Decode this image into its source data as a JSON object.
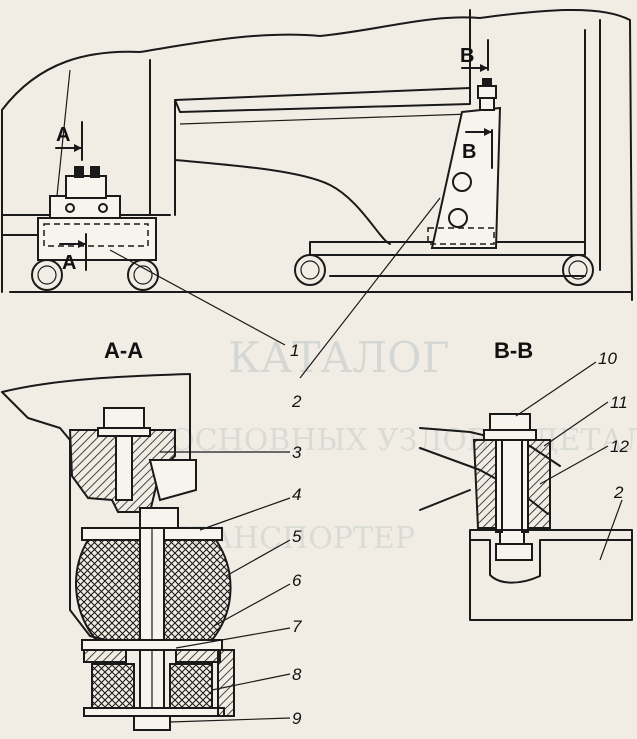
{
  "section_labels": {
    "aa": "A-A",
    "bb": "B-B"
  },
  "view_arrows": {
    "a_top": "A",
    "a_bottom": "A",
    "b_top": "B",
    "b_lower": "B"
  },
  "callouts": {
    "c1": "1",
    "c2": "2",
    "c3": "3",
    "c4": "4",
    "c5": "5",
    "c6": "6",
    "c7": "7",
    "c8": "8",
    "c9": "9",
    "c10": "10",
    "c11": "11",
    "c12": "12",
    "c2b": "2"
  },
  "watermark": {
    "line1": "КАТАЛОГ",
    "line2": "ОСНОВНЫХ УЗЛОВ И ДЕТАЛЕЙ",
    "line3": "ТРАНСПОРТЕР"
  },
  "colors": {
    "ink": "#1a1a1a",
    "paper": "#f2ede4",
    "hatch": "#1a1a1a"
  }
}
